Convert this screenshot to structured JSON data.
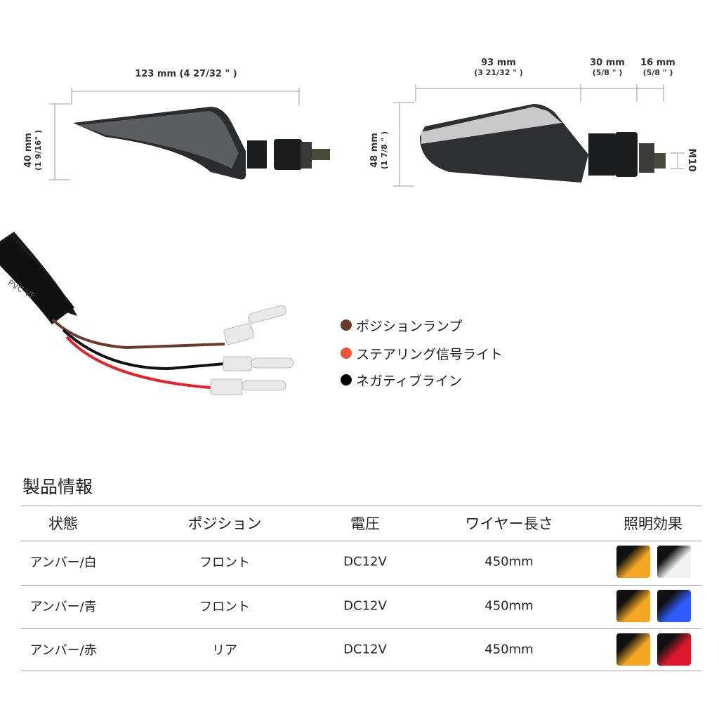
{
  "dimensions": {
    "lamp1_length": "123 mm (4  27/32 \" )",
    "lamp1_height": "40 mm",
    "lamp1_height_in": "(1 9/16\" )",
    "lamp2_body": "93 mm",
    "lamp2_body_in": "(3 21/32 \" )",
    "lamp2_stem": "30 mm",
    "lamp2_stem_in": "(5/8 \" )",
    "lamp2_bolt": "16 mm",
    "lamp2_bolt_in": "(5/8 \" )",
    "lamp2_height": "48 mm",
    "lamp2_height_in": "(1 7/8 \" )",
    "thread": "M10"
  },
  "cable_print": "PVC VF",
  "wire_legend": [
    {
      "label": "ポジションランプ",
      "color": "#6b3a2a"
    },
    {
      "label": "ステアリング信号ライト",
      "color": "#f0553c"
    },
    {
      "label": "ネガティブライン",
      "color": "#000000"
    }
  ],
  "product_info": {
    "title": "製品情報",
    "headers": [
      "状態",
      "ポジション",
      "電圧",
      "ワイヤー長さ",
      "照明効果"
    ],
    "rows": [
      {
        "state": "アンバー/白",
        "position": "フロント",
        "voltage": "DC12V",
        "wire_length": "450mm",
        "effects": [
          "#f5a623",
          "#f2f2f2"
        ]
      },
      {
        "state": "アンバー/青",
        "position": "フロント",
        "voltage": "DC12V",
        "wire_length": "450mm",
        "effects": [
          "#f5a623",
          "#2f5bff"
        ]
      },
      {
        "state": "アンバー/赤",
        "position": "リア",
        "voltage": "DC12V",
        "wire_length": "450mm",
        "effects": [
          "#f5a623",
          "#e0182e"
        ]
      }
    ]
  }
}
